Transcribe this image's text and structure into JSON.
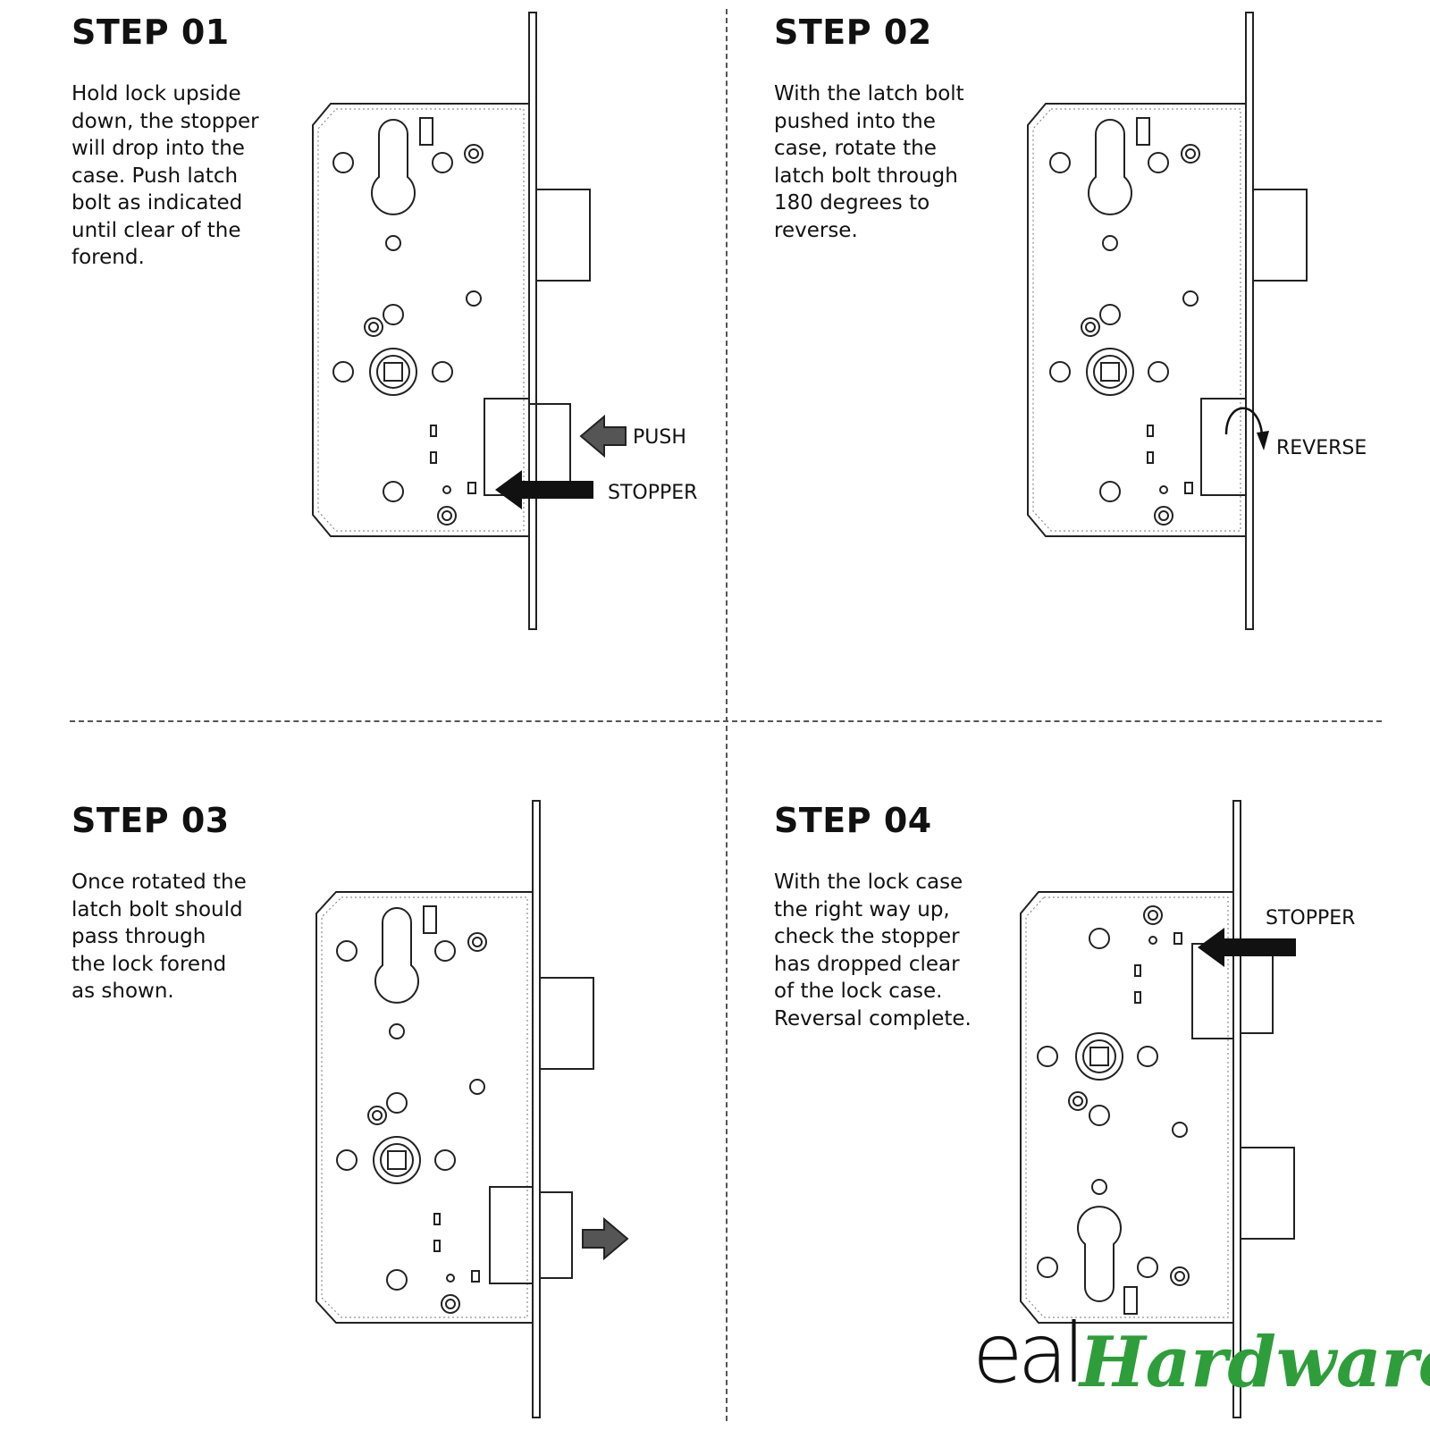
{
  "steps": [
    {
      "title": "STEP 01",
      "text": "Hold lock upside\ndown, the stopper\nwill drop into the\ncase. Push latch\nbolt as indicated\nuntil clear of the\nforend.",
      "callouts": [
        "PUSH",
        "STOPPER"
      ]
    },
    {
      "title": "STEP 02",
      "text": "With the latch bolt\npushed into the\ncase, rotate the\nlatch bolt through\n180 degrees to\nreverse.",
      "callouts": [
        "REVERSE"
      ]
    },
    {
      "title": "STEP 03",
      "text": "Once rotated the\nlatch bolt should\npass through\nthe lock forend\nas shown.",
      "callouts": []
    },
    {
      "title": "STEP 04",
      "text": "With the lock case\nthe right way up,\ncheck the stopper\nhas dropped clear\nof the lock case.\nReversal complete.",
      "callouts": [
        "STOPPER"
      ]
    }
  ],
  "logo": {
    "brand": "eal",
    "word": "Hardware",
    "colors": {
      "brand": "#111111",
      "word": "#2e9e3a"
    }
  },
  "colors": {
    "line": "#222222",
    "arrow_dark": "#111111",
    "arrow_grey": "#555555"
  }
}
